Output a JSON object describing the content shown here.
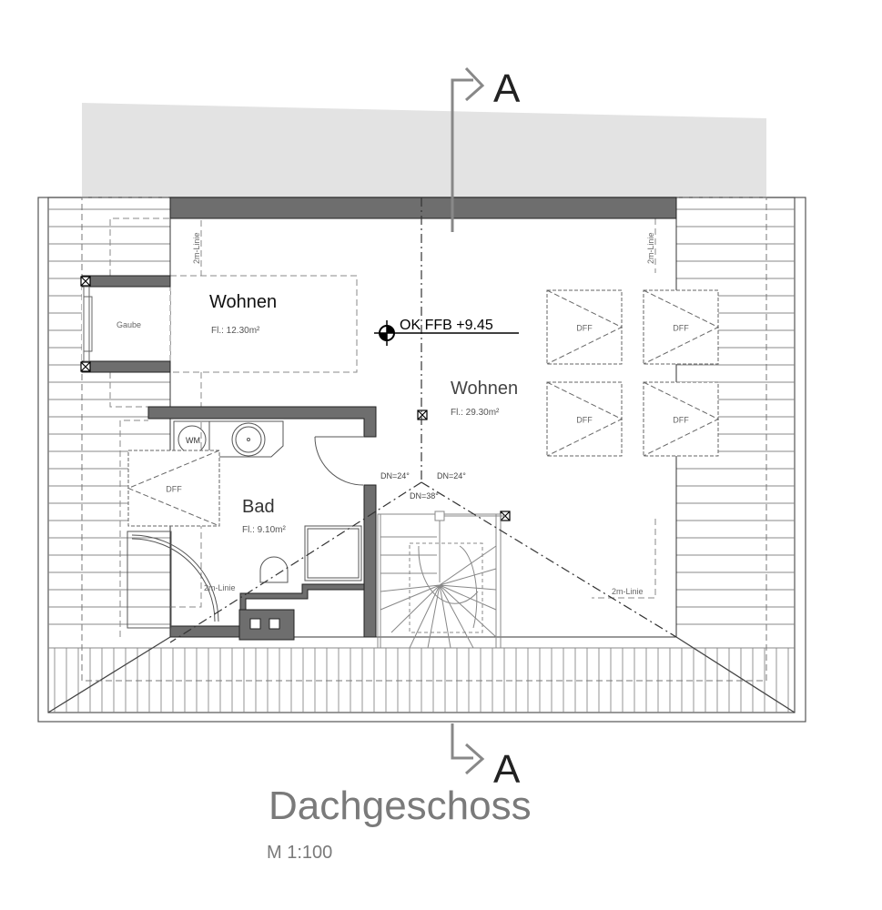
{
  "plan": {
    "title": "Dachgeschoss",
    "scale": "M 1:100",
    "section_marker": "A",
    "level_label": "OK FFB +9.45",
    "rooms": [
      {
        "name": "Wohnen",
        "area": "Fl.: 12.30m²"
      },
      {
        "name": "Wohnen",
        "area": "Fl.: 29.30m²"
      },
      {
        "name": "Bad",
        "area": "Fl.: 9.10m²"
      }
    ],
    "gaube_label": "Gaube",
    "window_label": "DFF",
    "washer_label": "WM",
    "line_label": "2m-Linie",
    "roof_pitch": [
      "DN=24°",
      "DN=24°",
      "DN=38°"
    ]
  },
  "colors": {
    "wall": "#6e6e6e",
    "roof_band": "#e3e3e3",
    "title": "#7a7a7a",
    "line": "#555555"
  }
}
